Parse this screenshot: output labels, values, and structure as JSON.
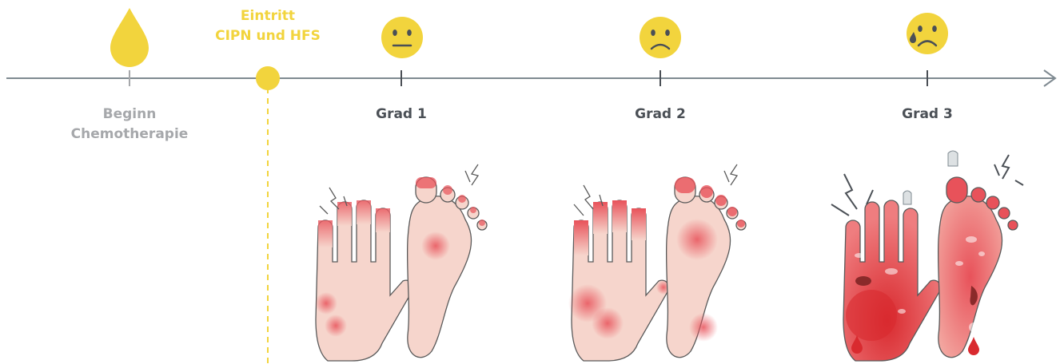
{
  "timeline": {
    "start": {
      "line1": "Beginn",
      "line2": "Chemotherapie"
    },
    "onset": {
      "line1": "Eintritt",
      "line2": "CIPN und HFS"
    },
    "grades": [
      {
        "label": "Grad 1",
        "face": "neutral-face-icon"
      },
      {
        "label": "Grad 2",
        "face": "sad-face-icon"
      },
      {
        "label": "Grad 3",
        "face": "crying-face-icon"
      }
    ]
  },
  "colors": {
    "axis": "#7f8a91",
    "accent_yellow": "#f2d43d",
    "label_grey": "#a6a8ab",
    "label_dark": "#4b5056",
    "skin": "#f6d5cc",
    "redness": "#e8525a",
    "outline": "#5a5a5a"
  }
}
